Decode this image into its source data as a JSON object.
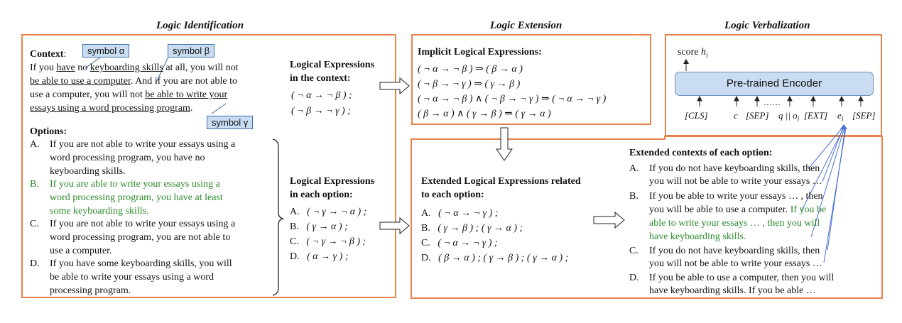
{
  "headers": {
    "identification": "Logic Identification",
    "extension": "Logic Extension",
    "verbalization": "Logic Verbalization"
  },
  "context": {
    "label": "Context",
    "colon": ":",
    "symbols": [
      "symbol α",
      "symbol β",
      "symbol γ"
    ],
    "line1a": "If you ",
    "line1b": "have",
    "line1c": " no ",
    "line1d": "keyboarding skills",
    "line1e": " at all, you will not",
    "line2a": "be able to use a computer",
    "line2b": ". And if you are not able to",
    "line3a": "use a computer, you will not ",
    "line3b": "be able to write your",
    "line4a": "essays using a word processing program",
    "line4b": "."
  },
  "options": {
    "label": "Options:",
    "items": [
      {
        "letter": "A.",
        "lines": [
          "If you are not able to write your essays using a",
          "word processing program, you have no",
          "keyboarding skills."
        ]
      },
      {
        "letter": "B.",
        "lines": [
          "If you are able to write your essays using a",
          "word processing program, you have at least",
          "some keyboarding skills."
        ]
      },
      {
        "letter": "C.",
        "lines": [
          "If you are not able to write your essays using a",
          "word processing program, you are not able to",
          "use a computer."
        ]
      },
      {
        "letter": "D.",
        "lines": [
          "If you have some keyboarding skills, you will",
          "be able to write your essays using a word",
          "processing program."
        ]
      }
    ]
  },
  "logic_context": {
    "title1": "Logical Expressions",
    "title2": "in the context:",
    "exprs": [
      "( ¬ α → ¬ β ) ;",
      "( ¬ β → ¬ γ ) ;"
    ]
  },
  "logic_options": {
    "title1": "Logical Expressions",
    "title2": "in each option:",
    "items": [
      {
        "letter": "A.",
        "expr": "( ¬ γ → ¬ α ) ;"
      },
      {
        "letter": "B.",
        "expr": "( γ → α ) ;"
      },
      {
        "letter": "C.",
        "expr": "( ¬ γ → ¬ β ) ;"
      },
      {
        "letter": "D.",
        "expr": "( α → γ ) ;"
      }
    ]
  },
  "implicit": {
    "title": "Implicit Logical Expressions:",
    "exprs": [
      "( ¬ α → ¬ β ) ⇒ ( β → α )",
      "( ¬ β → ¬ γ ) ⇒ ( γ → β )",
      "( ¬ α → ¬ β ) ∧ ( ¬ β → ¬ γ ) ⇒ ( ¬ α → ¬ γ )",
      "( β → α ) ∧ ( γ → β ) ⇒ ( γ → α )"
    ]
  },
  "extended_logic": {
    "title1": "Extended Logical Expressions related",
    "title2": "to each option:",
    "items": [
      {
        "letter": "A.",
        "expr": "( ¬ α → ¬ γ ) ;"
      },
      {
        "letter": "B.",
        "expr": "( γ → β ) ; ( γ → α ) ;"
      },
      {
        "letter": "C.",
        "expr": "( ¬ α → ¬ γ ) ;"
      },
      {
        "letter": "D.",
        "expr": "( β → α ) ; ( γ → β ) ; ( γ → α ) ;"
      }
    ]
  },
  "verbalization": {
    "score_label": "score ",
    "score_var": "h",
    "score_sub": "i",
    "encoder_label": "Pre-trained Encoder",
    "dots": "……",
    "tokens": [
      "[CLS]",
      "c",
      "[SEP]",
      "q || o",
      "i",
      "[EXT]",
      "e",
      "i",
      "[SEP]"
    ]
  },
  "extended_contexts": {
    "title": "Extended contexts of each option:",
    "items": [
      {
        "letter": "A.",
        "lines": [
          "If you do not have keyboarding skills, then",
          "you will not be able to write your essays …"
        ]
      },
      {
        "letter": "B.",
        "line1": "If you be able to write your essays … , then",
        "line2a": "you will be able to use a computer.  ",
        "line2b": "If you be",
        "line3": "able to write your essays … , then you will",
        "line4": "have keyboarding skills."
      },
      {
        "letter": "C.",
        "lines": [
          "If you do not have keyboarding skills, then",
          "you will not be able to write your essays …"
        ]
      },
      {
        "letter": "D.",
        "lines": [
          "If you be able to use a computer, then you will",
          "have keyboarding skills.  If you be able  …"
        ]
      }
    ]
  }
}
